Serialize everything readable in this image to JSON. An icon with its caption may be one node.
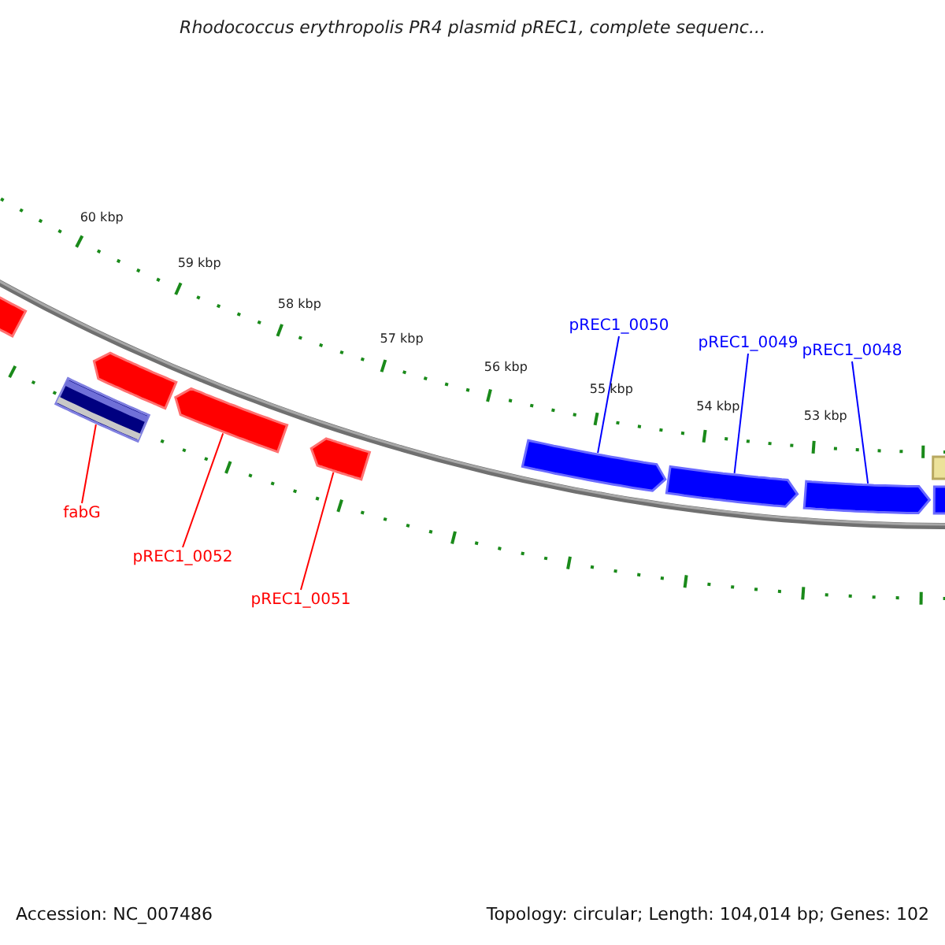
{
  "diagram": {
    "title": "Rhodococcus erythropolis PR4 plasmid pREC1, complete sequenc...",
    "nodes": [
      {
        "text": [],
        "shape": "arrow"
      },
      {
        "text": [],
        "shape": "arrow"
      },
      {
        "text": [],
        "shape": "bar"
      },
      {
        "text": [
          "fabG"
        ]
      },
      {
        "text": [],
        "shape": "arrow"
      },
      {
        "text": [
          "pREC1_0052"
        ]
      },
      {
        "text": [],
        "shape": "arrow"
      },
      {
        "text": [
          "pREC1_0051"
        ]
      },
      {
        "text": [
          "pREC1_0050"
        ]
      },
      {
        "text": [],
        "shape": "arrow"
      },
      {
        "text": [
          "pREC1_0049"
        ]
      },
      {
        "text": [],
        "shape": "arrow"
      },
      {
        "text": [
          "pREC1_0048"
        ]
      },
      {
        "text": [],
        "shape": "arrow"
      },
      {
        "text": [],
        "shape": "box"
      },
      {
        "text": [],
        "shape": "arrow"
      }
    ],
    "edges": [
      {
        "from": 3,
        "to": 2,
        "arrow": "none",
        "color": "#ff0000"
      },
      {
        "from": 5,
        "to": 4,
        "arrow": "none",
        "color": "#ff0000"
      },
      {
        "from": 7,
        "to": 6,
        "arrow": "none",
        "color": "#ff0000"
      },
      {
        "from": 8,
        "to": 9,
        "arrow": "none",
        "color": "#0000ff"
      },
      {
        "from": 10,
        "to": 11,
        "arrow": "none",
        "color": "#0000ff"
      },
      {
        "from": 12,
        "to": 13,
        "arrow": "none",
        "color": "#0000ff"
      }
    ],
    "labels": [
      "60 kbp",
      "59 kbp",
      "58 kbp",
      "57 kbp",
      "56 kbp",
      "55 kbp",
      "54 kbp",
      "53 kbp",
      "Accession: NC_007486",
      "Topology: circular; Length: 104,014 bp; Genes: 102"
    ]
  }
}
